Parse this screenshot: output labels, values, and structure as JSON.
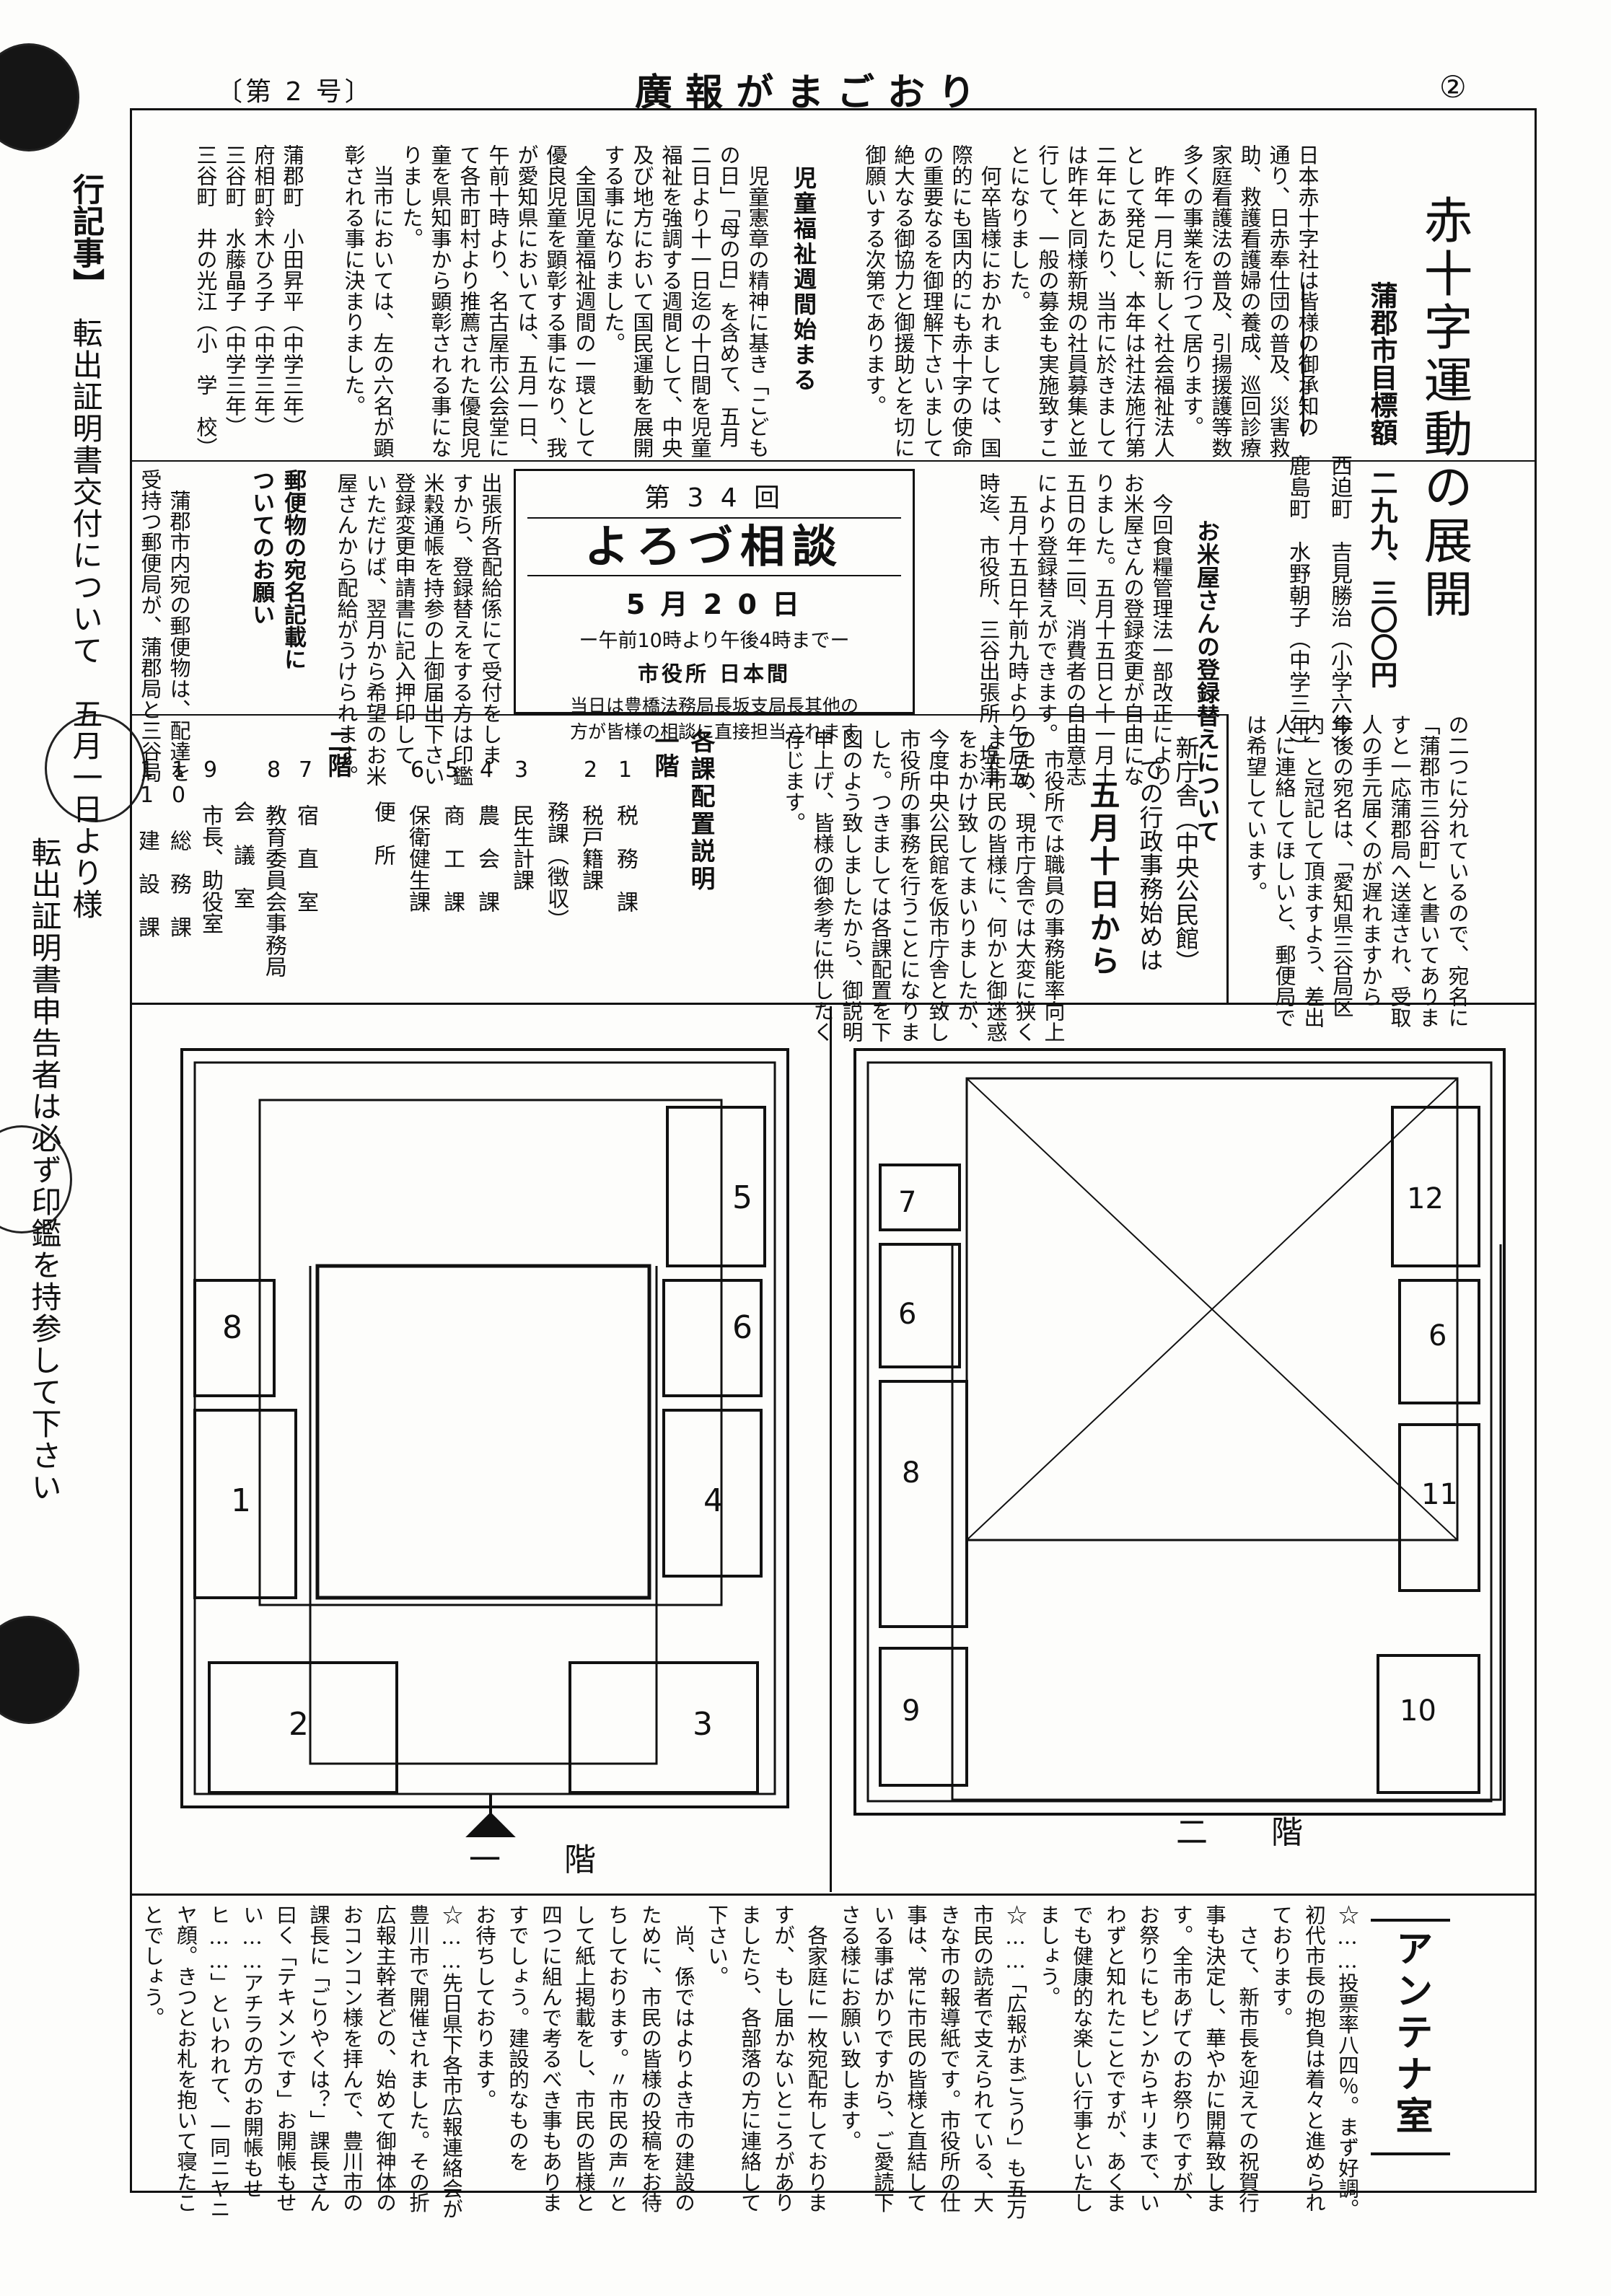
{
  "header": {
    "issue": "〔第 2 号〕",
    "title": "廣報がまごおり",
    "page": "②"
  },
  "margin": {
    "col1": "行記事】",
    "col1_rest": "転出証明書交付について　五月一日より様",
    "col2": "転出証明書申告者は必ず印鑑を持参して下さい"
  },
  "red_cross": {
    "title": "赤十字運動の展開",
    "target_label": "蒲郡市目標額",
    "target_value": "二九九、三〇〇円",
    "body": [
      "日本赤十字社は皆様の御承知の",
      "通り、日赤奉仕団の普及、災害救",
      "助、救護看護婦の養成、巡回診療",
      "家庭看護法の普及、引揚援護等数",
      "多くの事業を行つて居ります。",
      "　昨年一月に新しく社会福祉法人",
      "として発足し、本年は社法施行第",
      "二年にあたり、当市に於きまして",
      "は昨年と同様新規の社員募集と並",
      "行して、一般の募金も実施致すこ",
      "とになりました。",
      "　何卒皆様におかれましては、国",
      "際的にも国内的にも赤十字の使命",
      "の重要なるを御理解下さいまして",
      "絶大なる御協力と御援助とを切に",
      "御願いする次第であります。"
    ]
  },
  "children": {
    "title": "児童福祉週間始まる",
    "body": [
      "　児童憲章の精神に基き「こども",
      "の日」「母の日」を含めて、五月",
      "二日より十一日迄の十日間を児童",
      "福祉を強調する週間として、中央",
      "及び地方において国民運動を展開",
      "する事になりました。",
      "　全国児童福祉週間の一環として",
      "優良児童を顕彰する事になり、我",
      "が愛知県においては、五月一日、",
      "午前十時より、名古屋市公会堂に",
      "て各市町村より推薦された優良児",
      "童を県知事から顕彰される事にな",
      "りました。",
      "　当市においては、左の六名が顕",
      "彰される事に決まりました。"
    ],
    "honorees": [
      "蒲郡町　小田昇平（中学三年）",
      "府相町鈴木ひろ子（中学三年）",
      "三谷町　水藤晶子（中学三年）",
      "三谷町　井の光江（小　学　校）"
    ]
  },
  "honorees_right": [
    "西迫町　吉見勝治（小学六年）",
    "鹿島町　水野朝子（中学三年）"
  ],
  "rice": {
    "title": "お米屋さんの登録替えについて",
    "body": [
      "　今回食糧管理法一部改正により",
      "お米屋さんの登録変更が自由にな",
      "りました。五月十五日と十一月十",
      "五日の年二回、消費者の自由意志",
      "により登録替えができます。",
      "　五月十五日午前九時より午后五",
      "時迄、市役所、三谷出張所、塩津",
      "出張所各配給係にて受付をしま",
      "すから、登録替えをする方は印鑑",
      "米穀通帳を持参の上御届出下さい",
      "登録変更申請書に記入押印して",
      "いただけば、翌月から希望のお米",
      "屋さんから配給がうけられます。"
    ]
  },
  "consult": {
    "round": "第 3 4 回",
    "title": "よろづ相談",
    "date": "5 月 2 0 日",
    "hours": "ー午前10時より午後4時までー",
    "place": "市役所 日本間",
    "note1": "当日は豊橋法務局長坂支局長其他の",
    "note2": "方が皆様の相談に直接担当されます"
  },
  "postal": {
    "title": "郵便物の宛名記載についてのお願い",
    "body": [
      "　蒲郡市内宛の郵便物は、配達を",
      "受持つ郵便局が、蒲郡局と三谷局",
      "の二つに分れているので、宛名に",
      "「蒲郡市三谷町」と書いてありま",
      "すと一応蒲郡局へ送達され、受取",
      "人の手元届くのが遅れますから",
      "今後の宛名は、「愛知県三谷局区",
      "内」と冠記して頂ますよう、差出",
      "人に連絡してほしいと、郵便局で",
      "は希望しています。"
    ]
  },
  "office": {
    "title1": "新庁舎（中央公民館）",
    "title2": "での行政事務始めは",
    "title3": "五月十日から",
    "body": [
      "　市役所では職員の事務能率向上",
      "のため、現市庁舎では大変に狭く",
      "また市民の皆様に、何かと御迷惑",
      "をおかけ致してまいりましたが、",
      "今度中央公民館を仮市庁舎と致し",
      "市役所の事務を行うことになりま",
      "した。つきましては各課配置を下",
      "図のよう致しましたから、御説明",
      "申上げ、皆様の御参考に供したく",
      "存じます。"
    ]
  },
  "layout": {
    "title": "各課配置説明",
    "floor1_label": "一階",
    "floor1": [
      "1　税　務　課",
      "2　税戸籍課",
      "　　務課（徴収）",
      "3　民生計課",
      "4　農　会　課",
      "5　商　工　課",
      "6　保衛健生課",
      "　　便　所"
    ],
    "floor2_label": "二階",
    "floor2": [
      "7　宿　直　室",
      "8　教育委員会事務局",
      "　　会　議　室",
      "9　市長、助役室",
      "10　総　務　課",
      "11　建　設　課"
    ]
  },
  "plans": {
    "floor1_caption": "一　　階",
    "floor2_caption": "二　　階",
    "floor1_rooms": [
      "1",
      "2",
      "3",
      "4",
      "5",
      "6",
      "8"
    ],
    "floor2_rooms": [
      "7",
      "6",
      "8",
      "9",
      "10",
      "11",
      "12",
      "6"
    ]
  },
  "antenna": {
    "title": "アンテナ室",
    "body": [
      "☆……投票率八四％。まず好調。",
      "初代市長の抱負は着々と進められ",
      "ております。",
      "　さて、新市長を迎えての祝賀行",
      "事も決定し、華やかに開幕致しま",
      "す。全市あげてのお祭りですが、",
      "お祭りにもピンからキリまで、い",
      "わずと知れたことですが、あくま",
      "でも健康的な楽しい行事といたし",
      "ましょう。",
      "☆……「広報がまごうり」も五万",
      "市民の読者で支えられている、大",
      "きな市の報導紙です。市役所の仕",
      "事は、常に市民の皆様と直結して",
      "いる事ばかりですから、ご愛読下",
      "さる様にお願い致します。",
      "　各家庭に一枚宛配布しておりま",
      "すが、もし届かないところがあり",
      "ましたら、各部落の方に連絡して",
      "下さい。",
      "　尚、係ではよりよき市の建設の",
      "ために、市民の皆様の投稿をお待",
      "ちしております。〃市民の声〃と",
      "して紙上掲載をし、市民の皆様と",
      "四つに組んで考るべき事もありま",
      "すでしょう。建設的なものを",
      "お待ちしております。",
      "☆……先日県下各市広報連絡会が",
      "豊川市で開催されました。その折",
      "広報主幹者どの、始めて御神体の",
      "おコンコン様を拝んで、豊川市の",
      "課長に「ごりやくは？」課長さん",
      "曰く「テキメンです」お開帳もせ",
      "い……アチラの方のお開帳もせ",
      "ヒ……」といわれて、一同ニヤニ",
      "ヤ顔。きつとお札を抱いて寝たこ",
      "とでしょう。"
    ]
  }
}
